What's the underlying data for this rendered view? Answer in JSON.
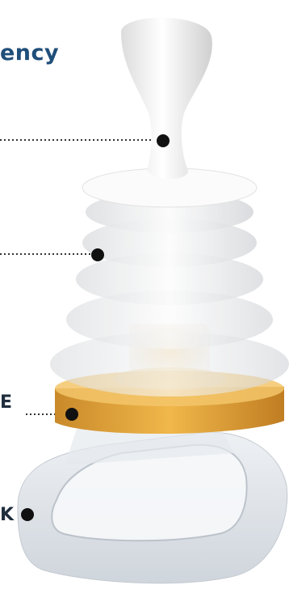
{
  "heading": {
    "text": "ency",
    "color": "#1f4e79"
  },
  "callouts": [
    {
      "label": ""
    },
    {
      "label": ""
    },
    {
      "label": "E"
    },
    {
      "label": "K"
    }
  ],
  "device": {
    "description_colors": {
      "handle": "#f4f4f4",
      "bellows": "#eeeeee",
      "valve_ring": "#e2a53a",
      "mask": "#dfe4ea"
    }
  }
}
